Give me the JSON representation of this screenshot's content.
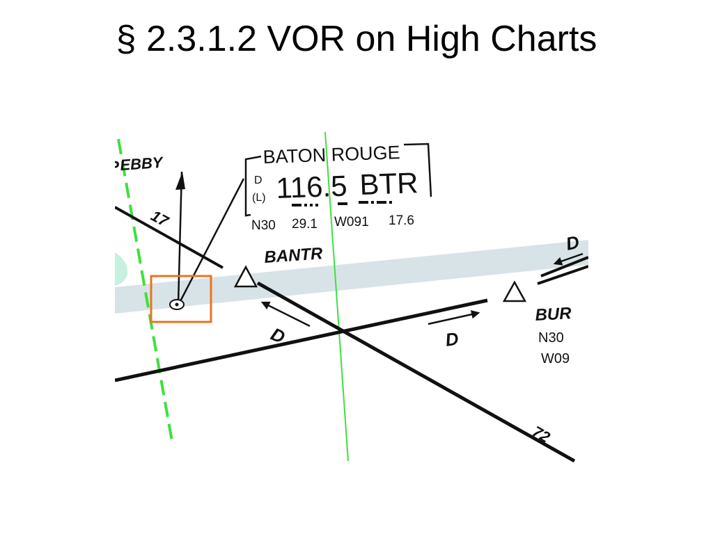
{
  "slide": {
    "title": "§ 2.3.1.2 VOR on High Charts"
  },
  "chart": {
    "colors": {
      "route": "#111111",
      "boundary_green": "#3ee03e",
      "corridor": "#d8e3e8",
      "highlight_box": "#e8741e",
      "water": "#c6f0e0"
    },
    "fix_left_label": "EBBY",
    "fix_left_prefix": "P",
    "radial_left": "17",
    "radial_right": "72",
    "navaid": {
      "name": "BATON ROUGE",
      "dme_mark": "D",
      "class_mark": "(L)",
      "frequency": "116.5",
      "ident": "BTR",
      "lat": "N30",
      "lat_min": "29.1",
      "lon": "W091",
      "lon_min": "17.6"
    },
    "intersection_name": "BANTR",
    "direction_marks": {
      "left": "D",
      "right": "D",
      "far_right": "D"
    },
    "waypoint_right": {
      "name": "BUR",
      "lat": "N30",
      "lon": "W09"
    },
    "icons": [
      "vor-icon",
      "triangle-fix-icon"
    ]
  }
}
